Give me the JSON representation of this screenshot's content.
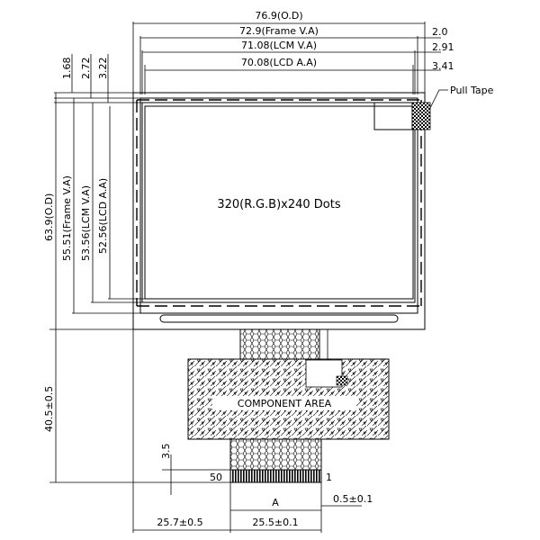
{
  "dims": {
    "od_w": "76.9(O.D)",
    "frame_va_w": "72.9(Frame V.A)",
    "lcm_va_w": "71.08(LCM V.A)",
    "lcd_aa_w": "70.08(LCD A.A)",
    "right_1": "2.0",
    "right_2": "2.91",
    "right_3": "3.41",
    "left_1": "1.68",
    "left_2": "2.72",
    "left_3": "3.22",
    "od_h": "63.9(O.D)",
    "frame_va_h": "55.51(Frame V.A)",
    "lcm_va_h": "53.56(LCM V.A)",
    "lcd_aa_h": "52.56(LCD A.A)",
    "fpc_len": "40.5±0.5",
    "tab_h": "3.5",
    "offset_left": "25.7±0.5",
    "fpc_width": "25.5±0.1",
    "pitch": "0.5±0.1"
  },
  "labels": {
    "pull_tape": "Pull Tape",
    "resolution": "320(R.G.B)x240 Dots",
    "component_area": "COMPONENT AREA",
    "pin_first": "50",
    "pin_last": "1",
    "pitch_total": "A"
  }
}
